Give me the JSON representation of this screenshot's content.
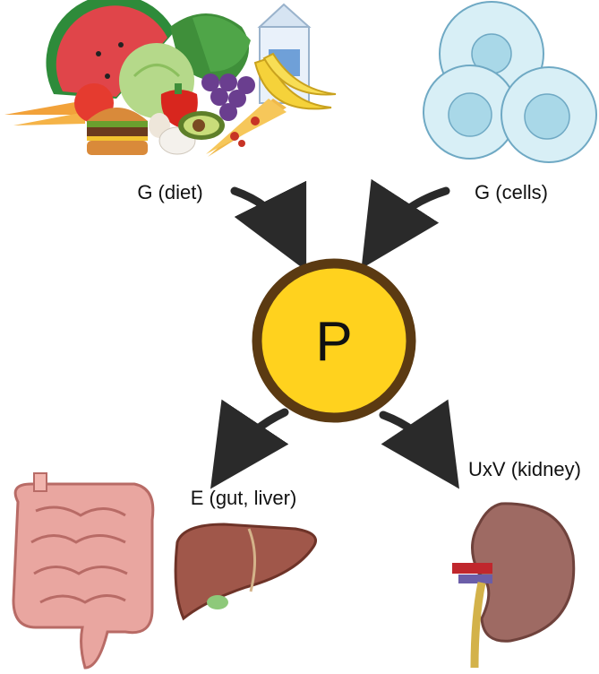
{
  "center": {
    "symbol": "P",
    "fill": "#FFD21E",
    "ring": "#5B3A12"
  },
  "inputs": {
    "diet_label": "G (diet)",
    "cells_label": "G (cells)"
  },
  "outputs": {
    "gut_label": "E (gut, liver)",
    "kidney_label": "UxV (kidney)"
  },
  "colors": {
    "arrow": "#2A2A2A",
    "cell_fill": "#D8EFF6",
    "cell_nucleus": "#A9D8E8",
    "intestine": "#E9A6A0",
    "liver": "#A0574A",
    "kidney": "#9E6A63"
  }
}
